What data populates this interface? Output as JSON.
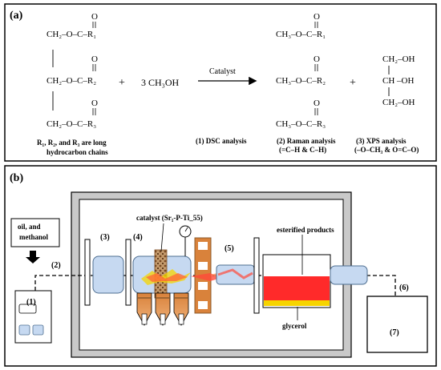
{
  "panel_a": {
    "label": "(a)",
    "tg": {
      "o1": "O",
      "r1": "CH₂–O–C–R₁",
      "o2": "O",
      "r2": "CH₂–O–C–R₂",
      "o3": "O",
      "r3": "CH₂–O–C–R₃"
    },
    "plus1": "+",
    "methanol": "3 CH₃OH",
    "catalyst": "Catalyst",
    "esters": {
      "o1": "O",
      "r1": "CH₃–O–C–R₁",
      "o2": "O",
      "r2": "CH₃–O–C–R₂",
      "o3": "O",
      "r3": "CH₃–O–C–R₃"
    },
    "plus2": "+",
    "glycerol": {
      "r1": "CH₂–OH",
      "r2": "CH –OH",
      "r3": "CH₂–OH"
    },
    "note_line1": "R₁, R₂, and R₃ are long",
    "note_line2": "hydrocarbon chains",
    "dsc": "(1) DSC analysis",
    "raman_line1": "(2) Raman analysis",
    "raman_line2": "(=C–H & C–H)",
    "xps_line1": "(3) XPS analysis",
    "xps_line2": "(–O–CH₃ & O=C–O)"
  },
  "panel_b": {
    "label": "(b)",
    "feed_line1": "oil, and",
    "feed_line2": "methanol",
    "catalyst_label": "catalyst (Sr₁-P-Ti_55)",
    "esterified": "esterified products",
    "glycerol": "glycerol",
    "n1": "(1)",
    "n2": "(2)",
    "n3": "(3)",
    "n4": "(4)",
    "n5": "(5)",
    "n6": "(6)",
    "n7": "(7)"
  },
  "colors": {
    "frame": "#000000",
    "chamber_fill": "#c9c9c9",
    "inner_fill": "#ffffff",
    "blue": "#c6d9f1",
    "blue_stroke": "#4f6f91",
    "orange": "#d9823b",
    "red": "#ff2a2a",
    "yellow": "#f6d400",
    "brown": "#8b5a2b"
  }
}
